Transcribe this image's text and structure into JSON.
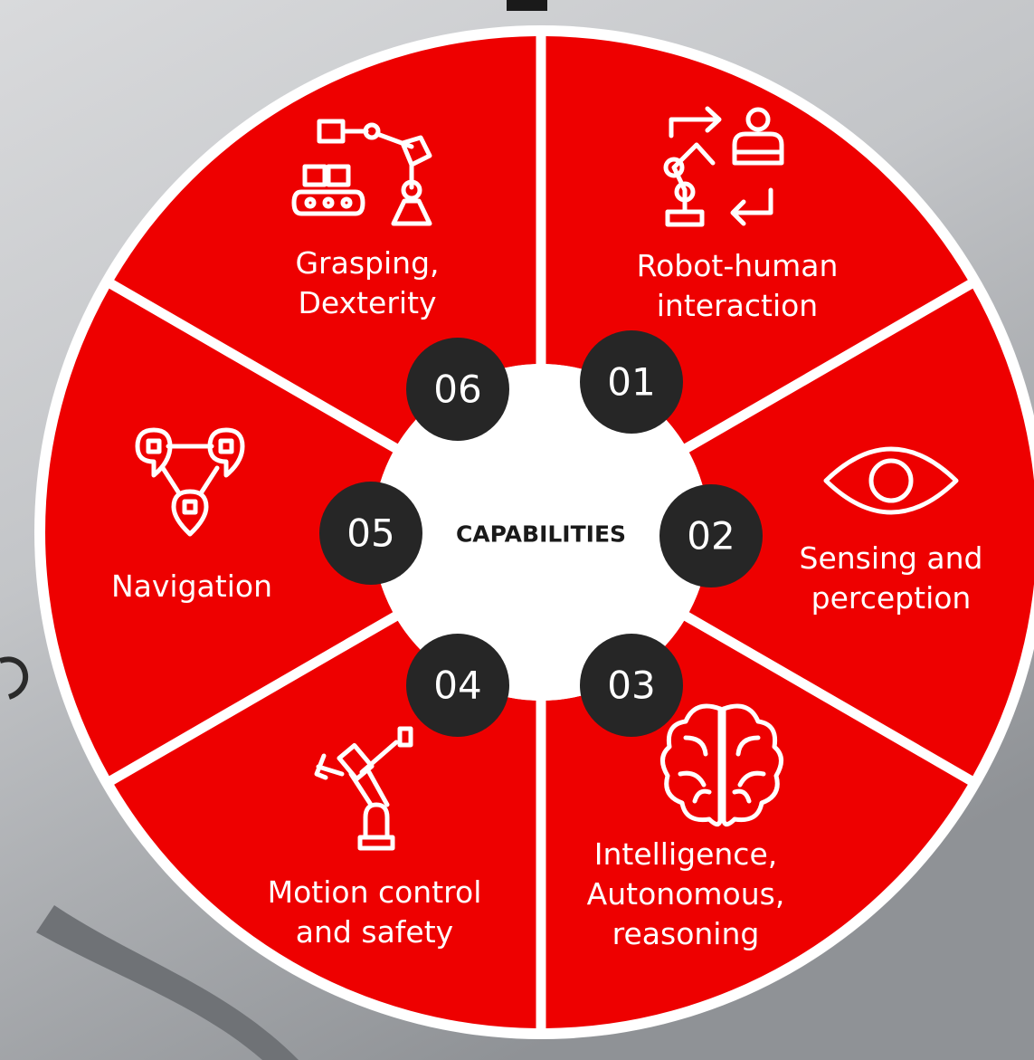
{
  "center_label": "CAPABILITIES",
  "colors": {
    "segment": "#ee0000",
    "badge": "#262626",
    "center": "#ffffff",
    "text_on_segment": "#ffffff"
  },
  "segments": [
    {
      "number": "01",
      "lines": [
        "Robot-human",
        "interaction"
      ],
      "icon": "robot-human-interaction-icon"
    },
    {
      "number": "02",
      "lines": [
        "Sensing and",
        "perception"
      ],
      "icon": "eye-icon"
    },
    {
      "number": "03",
      "lines": [
        "Intelligence,",
        "Autonomous,",
        "reasoning"
      ],
      "icon": "brain-icon"
    },
    {
      "number": "04",
      "lines": [
        "Motion control",
        "and safety"
      ],
      "icon": "robot-arm-icon"
    },
    {
      "number": "05",
      "lines": [
        "Navigation"
      ],
      "icon": "map-pins-icon"
    },
    {
      "number": "06",
      "lines": [
        "Grasping,",
        "Dexterity"
      ],
      "icon": "robot-arm-conveyor-icon"
    }
  ]
}
